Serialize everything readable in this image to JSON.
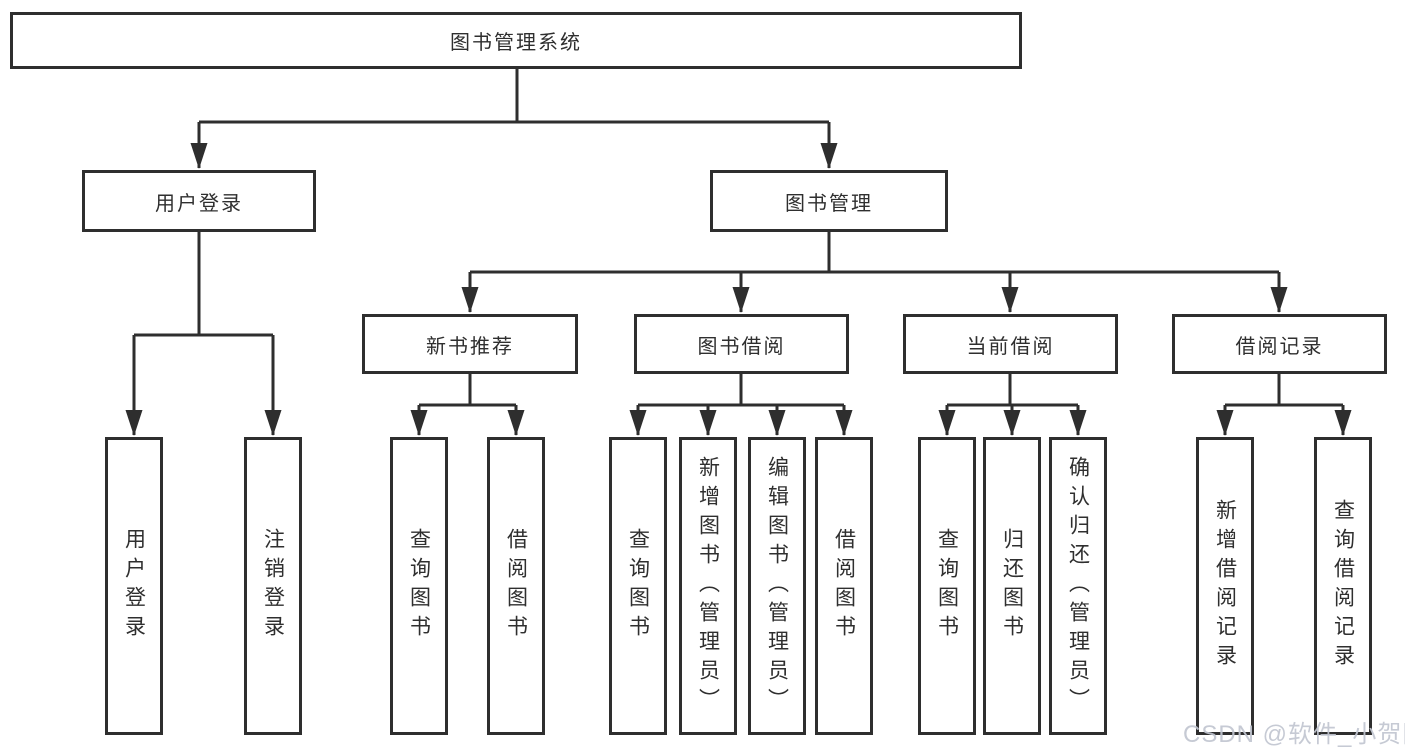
{
  "diagram": {
    "title": "图书管理系统",
    "type": "hierarchy-functional-structure"
  },
  "colors": {
    "line": "#2e2e2e",
    "text": "#2f2f2f",
    "background": "#ffffff",
    "watermark": "#c1c6d0"
  },
  "watermark": "CSDN @软件_小贺同学",
  "tree": {
    "root": {
      "label": "图书管理系统",
      "children": [
        {
          "label": "用户登录",
          "children": [
            {
              "label": "用户登录"
            },
            {
              "label": "注销登录"
            }
          ]
        },
        {
          "label": "图书管理",
          "children": [
            {
              "label": "新书推荐",
              "children": [
                {
                  "label": "查询图书"
                },
                {
                  "label": "借阅图书"
                }
              ]
            },
            {
              "label": "图书借阅",
              "children": [
                {
                  "label": "查询图书"
                },
                {
                  "label": "新增图书（管理员）"
                },
                {
                  "label": "编辑图书（管理员）"
                },
                {
                  "label": "借阅图书"
                }
              ]
            },
            {
              "label": "当前借阅",
              "children": [
                {
                  "label": "查询图书"
                },
                {
                  "label": "归还图书"
                },
                {
                  "label": "确认归还（管理员）"
                }
              ]
            },
            {
              "label": "借阅记录",
              "children": [
                {
                  "label": "新增借阅记录"
                },
                {
                  "label": "查询借阅记录"
                }
              ]
            }
          ]
        }
      ]
    }
  }
}
